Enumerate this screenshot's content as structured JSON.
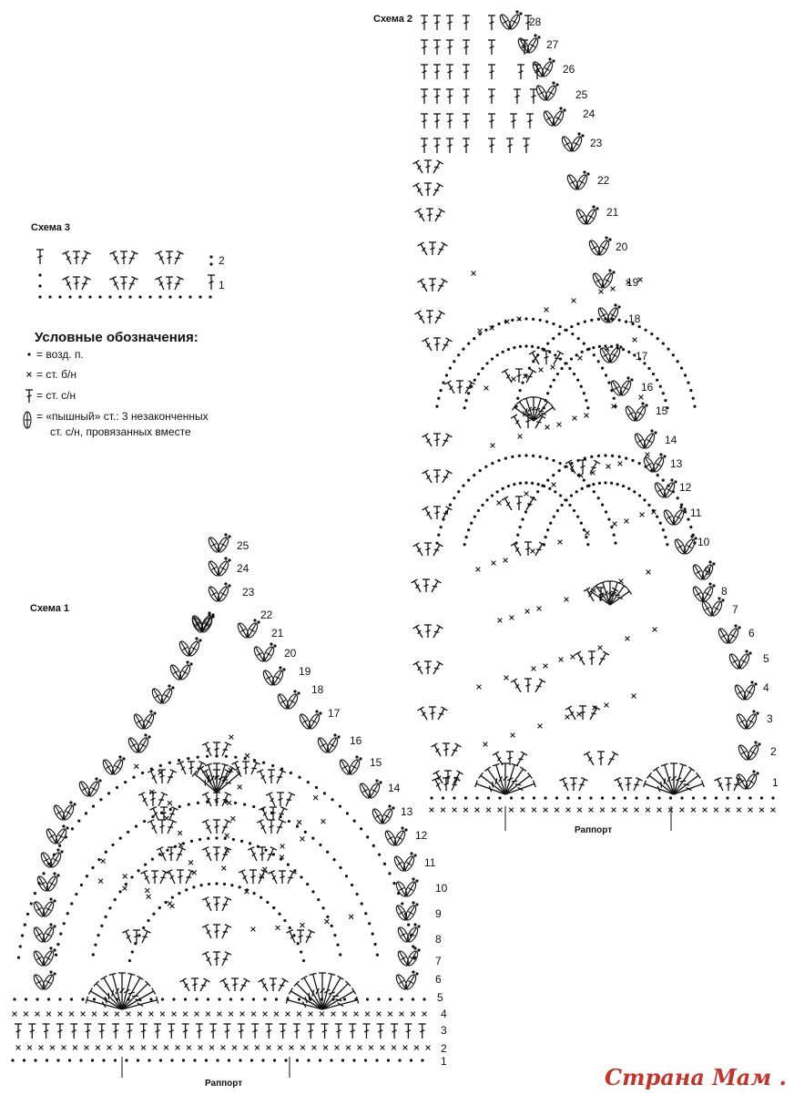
{
  "scheme1": {
    "title": "Схема 1",
    "repeat_label": "Раппорт",
    "rows": [
      "1",
      "2",
      "3",
      "4",
      "5",
      "6",
      "7",
      "8",
      "9",
      "10",
      "11",
      "12",
      "13",
      "14",
      "15",
      "16",
      "17",
      "18",
      "19",
      "20",
      "21",
      "22",
      "23",
      "24",
      "25"
    ]
  },
  "scheme2": {
    "title": "Схема 2",
    "repeat_label": "Раппорт",
    "rows": [
      "1",
      "2",
      "3",
      "4",
      "5",
      "6",
      "7",
      "8",
      "9",
      "10",
      "11",
      "12",
      "13",
      "14",
      "15",
      "16",
      "17",
      "18",
      "19",
      "20",
      "21",
      "22",
      "23",
      "24",
      "25",
      "26",
      "27",
      "28"
    ]
  },
  "scheme3": {
    "title": "Схема 3",
    "rows": [
      "1",
      "2"
    ]
  },
  "legend": {
    "title": "Условные обозначения:",
    "items": [
      {
        "symbol": "chain-dot-icon",
        "text": "= возд. п."
      },
      {
        "symbol": "single-crochet-icon",
        "text": "= ст. б/н"
      },
      {
        "symbol": "double-crochet-icon",
        "text": "= ст. с/н"
      },
      {
        "symbol": "puff-stitch-icon",
        "line1": "= «пышный» ст.: 3 незаконченных",
        "line2": "ст. с/н, провязанных вместе"
      }
    ]
  },
  "watermark": {
    "text": "Страна Мам . ру",
    "color": "#c0362c"
  }
}
